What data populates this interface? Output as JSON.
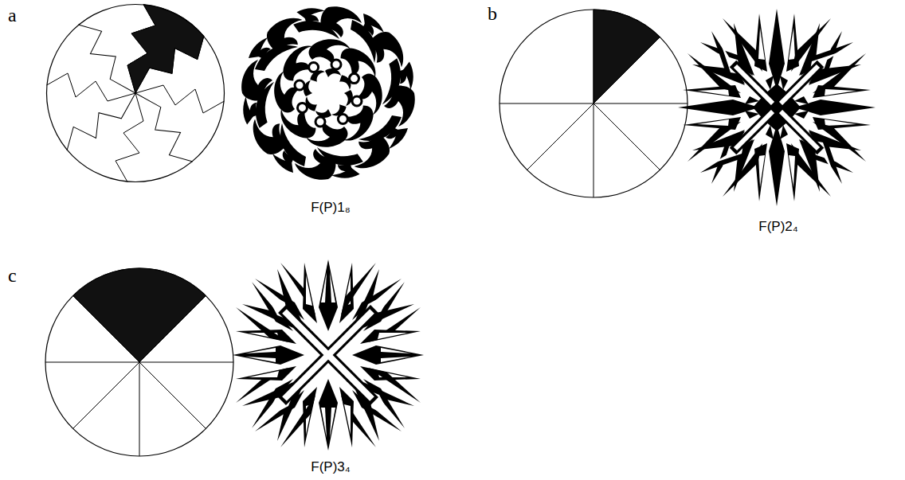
{
  "diagram": {
    "labels": [
      "a",
      "F(P)1₈",
      "b",
      "F(P)2₄",
      "c",
      "F(P)3₄"
    ]
  }
}
